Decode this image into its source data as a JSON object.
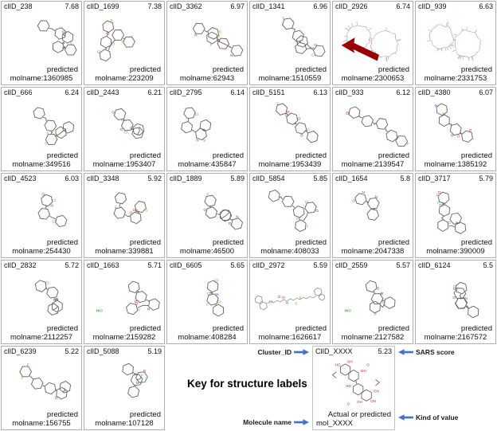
{
  "labels": {
    "molname_prefix": "molname:"
  },
  "colors": {
    "arrow_blue": "#4472c4",
    "salt_green": "#3fae3f",
    "ribbon_red": "#990000",
    "bond": "#5f5f5f",
    "atom_n": "#3a55c4",
    "atom_o": "#d02020",
    "atom_halogen": "#3fae3f",
    "atom_s": "#b09a00",
    "macro_tones": [
      "#c49a9a",
      "#9a9ac0",
      "#b5b5b5",
      "#caa6a6"
    ]
  },
  "molecules": [
    {
      "id": "clID_238",
      "score": "7.68",
      "kind": "predicted",
      "molname": "1360985",
      "structure": "small"
    },
    {
      "id": "clID_1699",
      "score": "7.38",
      "kind": "predicted",
      "molname": "223209",
      "structure": "small"
    },
    {
      "id": "clID_3362",
      "score": "6.97",
      "kind": "predicted",
      "molname": "62943",
      "structure": "small"
    },
    {
      "id": "clID_1341",
      "score": "6.96",
      "kind": "predicted",
      "molname": "1510559",
      "structure": "small"
    },
    {
      "id": "clID_2926",
      "score": "6.74",
      "kind": "predicted",
      "molname": "2300653",
      "structure": "macrocycle-arrow"
    },
    {
      "id": "clID_939",
      "score": "6.63",
      "kind": "predicted",
      "molname": "2331753",
      "structure": "macrocycle"
    },
    {
      "id": "clID_666",
      "score": "6.24",
      "kind": "predicted",
      "molname": "349516",
      "structure": "small"
    },
    {
      "id": "clID_2443",
      "score": "6.21",
      "kind": "predicted",
      "molname": "1953407",
      "structure": "small"
    },
    {
      "id": "clID_2795",
      "score": "6.14",
      "kind": "predicted",
      "molname": "435847",
      "structure": "small"
    },
    {
      "id": "clID_5151",
      "score": "6.13",
      "kind": "predicted",
      "molname": "1953439",
      "structure": "small"
    },
    {
      "id": "clID_933",
      "score": "6.12",
      "kind": "predicted",
      "molname": "2139547",
      "structure": "small"
    },
    {
      "id": "clID_4380",
      "score": "6.07",
      "kind": "predicted",
      "molname": "1385192",
      "structure": "small"
    },
    {
      "id": "clID_4523",
      "score": "6.03",
      "kind": "predicted",
      "molname": "254430",
      "structure": "small"
    },
    {
      "id": "clID_3348",
      "score": "5.92",
      "kind": "predicted",
      "molname": "339881",
      "structure": "small"
    },
    {
      "id": "clID_1889",
      "score": "5.89",
      "kind": "predicted",
      "molname": "46500",
      "structure": "small"
    },
    {
      "id": "clID_5854",
      "score": "5.85",
      "kind": "predicted",
      "molname": "408033",
      "structure": "small"
    },
    {
      "id": "clID_1654",
      "score": "5.8",
      "kind": "predicted",
      "molname": "2047338",
      "structure": "small"
    },
    {
      "id": "clID_3717",
      "score": "5.79",
      "kind": "predicted",
      "molname": "390009",
      "structure": "small"
    },
    {
      "id": "clID_2832",
      "score": "5.72",
      "kind": "predicted",
      "molname": "2112257",
      "structure": "small"
    },
    {
      "id": "clID_1663",
      "score": "5.71",
      "kind": "predicted",
      "molname": "2159282",
      "structure": "small",
      "salt": "HCl"
    },
    {
      "id": "clID_6605",
      "score": "5.65",
      "kind": "predicted",
      "molname": "408284",
      "structure": "small"
    },
    {
      "id": "clID_2972",
      "score": "5.59",
      "kind": "predicted",
      "molname": "1626617",
      "structure": "chain"
    },
    {
      "id": "clID_2559",
      "score": "5.57",
      "kind": "predicted",
      "molname": "2127582",
      "structure": "small",
      "salt": "HCl"
    },
    {
      "id": "clID_6124",
      "score": "5.5",
      "kind": "predicted",
      "molname": "2167572",
      "structure": "small"
    },
    {
      "id": "clID_6239",
      "score": "5.22",
      "kind": "predicted",
      "molname": "156755",
      "structure": "small"
    },
    {
      "id": "clID_5088",
      "score": "5.19",
      "kind": "predicted",
      "molname": "107128",
      "structure": "small"
    }
  ],
  "key": {
    "title": "Key for structure labels",
    "cluster_label": "Cluster_ID",
    "cluster_value": "ClID_XXXX",
    "score_value": "5.23",
    "score_label": "SARS score",
    "molname_label": "Molecule name",
    "molname_value": "mol_XXXX",
    "kind_value": "Actual or predicted",
    "kind_label": "Kind of value",
    "arrow_color": "#4472c4"
  }
}
